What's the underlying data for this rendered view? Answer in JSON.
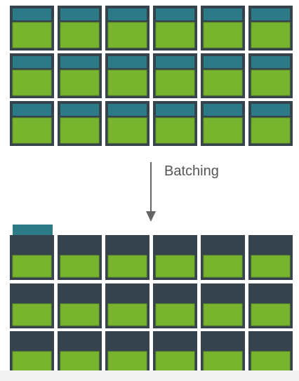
{
  "diagram": {
    "label": "Batching",
    "colors": {
      "background": "#ffffff",
      "cell_frame": "#37434c",
      "cell_header_teal": "#2b7a85",
      "cell_body_green": "#78b42e",
      "green_outline": "#5f9a24",
      "arrow": "#666666",
      "label_text": "#555555"
    },
    "before": {
      "rows": 3,
      "cols": 6,
      "header_style": "teal"
    },
    "after": {
      "rows": 3,
      "cols": 6,
      "header_style": "dark",
      "batched_tab": "teal"
    }
  }
}
